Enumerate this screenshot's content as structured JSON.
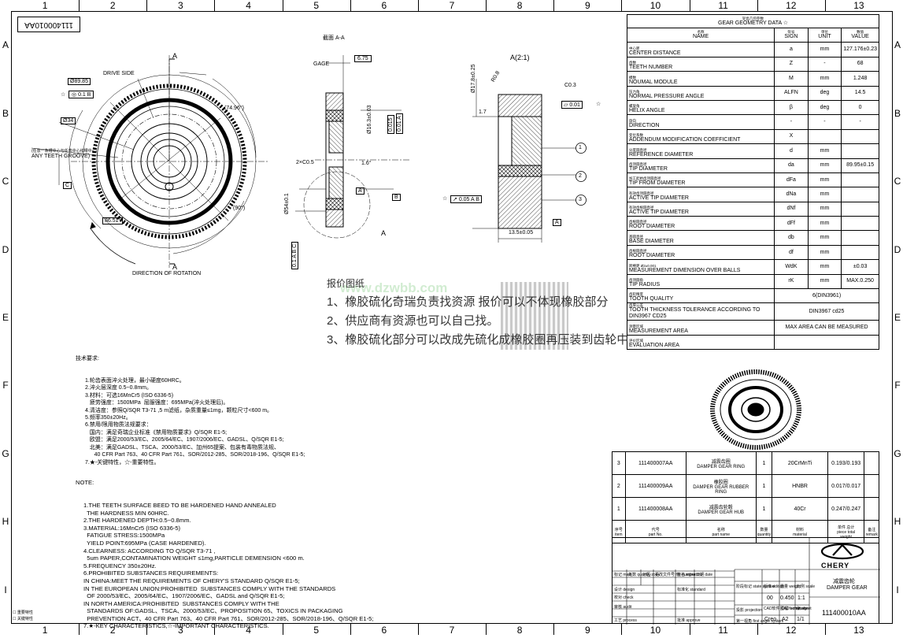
{
  "grid": {
    "columns": [
      "1",
      "2",
      "3",
      "4",
      "5",
      "6",
      "7",
      "8",
      "9",
      "10",
      "11",
      "12",
      "13"
    ],
    "rows": [
      "A",
      "B",
      "C",
      "D",
      "E",
      "F",
      "G",
      "H",
      "I"
    ]
  },
  "doc_id_rotated": "111400010AA",
  "left_view": {
    "dim_dia1": "Ø89.85",
    "dim_dia2": "Ø34",
    "fcf_runout": "0.1 B",
    "drive_side": "DRIVE SIDE",
    "angle1": "(74.96°)",
    "angle2": "(90°)",
    "angle3": "86.51°",
    "groove_cn": "(任意一条槽中心与任意中心线槽中心)",
    "groove_en": "ANY TEETH GROOVE)",
    "datum_c": "C",
    "direction": "DIRECTION OF ROTATION",
    "section_mark": "A",
    "section_mark2": "A"
  },
  "section_view": {
    "title": "截面 A-A",
    "gage": "GAGE",
    "gage_val": "6.75",
    "dia163": "Ø16.3±0.03",
    "dia54": "Ø54±0.1",
    "fcf1": "0.015",
    "fcf2": "0.01 A",
    "chamfer": "2×C0.5",
    "angle16": "1.6°",
    "datum_a": "A",
    "datum_b": "B",
    "fcf3": "0.1 A B C",
    "mark_a": "A"
  },
  "detail_view": {
    "title": "A(2:1)",
    "dia178": "Ø17.8±0.25",
    "r": "R0.8",
    "c03": "C0.3",
    "flat": "0.01",
    "dim17": "1.7",
    "runout": "0.05 A B",
    "width": "13.5±0.05",
    "datum_a": "A",
    "balloons": [
      "1",
      "2",
      "3"
    ]
  },
  "geometry_table": {
    "title_cn": "轮齿几何参数",
    "title_en": "GEAR GEOMETRY DATA ☆",
    "headers": {
      "name_cn": "名称",
      "name": "NAME",
      "sign_cn": "符号",
      "sign": "SIGN",
      "unit_cn": "单位",
      "unit": "UNIT",
      "value_cn": "数值",
      "value": "VALUE"
    },
    "rows": [
      {
        "cn": "中心距",
        "name": "CENTER DISTANCE",
        "sign": "a",
        "unit": "mm",
        "value": "127.176±0.23"
      },
      {
        "cn": "齿数",
        "name": "TEETH NUMBER",
        "sign": "Z",
        "unit": "-",
        "value": "68"
      },
      {
        "cn": "模数",
        "name": "NOUMAL MODULE",
        "sign": "M",
        "unit": "mm",
        "value": "1.248"
      },
      {
        "cn": "压力角",
        "name": "NORMAL PRESSURE ANGLE",
        "sign": "ALFN",
        "unit": "deg",
        "value": "14.5"
      },
      {
        "cn": "螺旋角",
        "name": "HELIX ANGLE",
        "sign": "β",
        "unit": "deg",
        "value": "0"
      },
      {
        "cn": "旋向",
        "name": "DIRECTION",
        "sign": "-",
        "unit": "-",
        "value": "-"
      },
      {
        "cn": "变位系数",
        "name": "ADDENDUM MODIFICATION COEFFICIENT",
        "sign": "X",
        "unit": "",
        "value": ""
      },
      {
        "cn": "分度圆直径",
        "name": "REFERENCE DIAMETER",
        "sign": "d",
        "unit": "mm",
        "value": ""
      },
      {
        "cn": "齿顶圆直径",
        "name": "TIP DIAMETER",
        "sign": "da",
        "unit": "mm",
        "value": "89.95±0.15"
      },
      {
        "cn": "加工起始齿顶圆直径",
        "name": "TIP FROM DIAMETER",
        "sign": "dFa",
        "unit": "mm",
        "value": ""
      },
      {
        "cn": "有效齿顶圆直径",
        "name": "ACTIVE TIP DIAMETER",
        "sign": "dNa",
        "unit": "mm",
        "value": ""
      },
      {
        "cn": "有效齿根圆直径",
        "name": "ACTIVE TIP DIAMETER",
        "sign": "dNf",
        "unit": "mm",
        "value": ""
      },
      {
        "cn": "齿根圆直径",
        "name": "ROOT DIAMETER",
        "sign": "dFf",
        "unit": "mm",
        "value": ""
      },
      {
        "cn": "基圆直径",
        "name": "BASE DIAMETER",
        "sign": "db",
        "unit": "mm",
        "value": ""
      },
      {
        "cn": "齿根圆直径",
        "name": "ROOT DIAMETER",
        "sign": "df",
        "unit": "mm",
        "value": ""
      },
      {
        "cn": "跨棒距 Ø2±0.001",
        "name": "MEASUREMENT DIMENSION OVER BALLS",
        "sign": "WdK",
        "unit": "mm",
        "value": "±0.03"
      },
      {
        "cn": "齿顶圆角",
        "name": "TIP RADIUS",
        "sign": "rK",
        "unit": "mm",
        "value": "MAX.0.250"
      }
    ],
    "wide_rows": [
      {
        "cn": "齿轮精度",
        "name": "TOOTH QUALITY",
        "value": "6(DIN3961)"
      },
      {
        "cn": "齿厚公差",
        "name": "TOOTH THICKNESS TOLERANCE ACCORDING TO DIN3967 CD25",
        "value": "DIN3967 cd25"
      },
      {
        "cn": "测量区域",
        "name": "MEASUREMENT AREA",
        "value": "MAX AREA CAN BE MEASURED"
      },
      {
        "cn": "评价区域",
        "name": "EVALUATION AREA",
        "value": ""
      }
    ]
  },
  "quote_notes": {
    "title": "报价图纸",
    "lines": [
      "1、橡胶硫化奇瑞负责找资源  报价可以不体现橡胶部分",
      "2、供应商有资源也可以自己找。",
      "3、橡胶硫化部分可以改成先硫化成橡胶圈再压装到齿轮中"
    ],
    "watermark": "www.dzwbb.com"
  },
  "cn_requirements": {
    "title": "技术要求:",
    "lines": [
      "1.轮齿表面淬火处理，最小硬度60HRC。",
      "2.淬火层深度 0.5~0.8mm。",
      "3.材料：可选16MnCr5 (ISO 6336-5)",
      "   疲劳强度：1500MPa  屈服强度：695MPa(淬火处理后)。",
      "4.清洁度：参照Q/SQR T3-71 ,5 m滤纸，杂质重量≤1mg，颗粒尺寸<600 m。",
      "5.频率350±20Hz。",
      "6.禁用/限用物质法规要求：",
      "   国内：满足奇瑞企业标准《禁用物质要求》Q/SQR E1-5;",
      "   欧盟：满足2000/53/EC、2005/64/EC、1907/2006/EC、GADSL、Q/SQR E1-5;",
      "   北美：满足GADSL、TSCA、2000/53/EC、加州65提案、包装有毒物质法规、",
      "      40 CFR Part 763、40 CFR Part 761、SOR/2012-285、SOR/2018-196、Q/SQR E1-5;",
      "7.★-关键特性，☆-重要特性。"
    ]
  },
  "en_notes": {
    "title": "NOTE:",
    "lines": [
      "1.THE TEETH SURFACE BEED TO BE HARDENED HAND ANNEALED",
      "  THE HARDNESS MIN 60HRC.",
      "2.THE HARDENED DEPTH:0.5~0.8mm.",
      "3.MATERIAL:16MnCr5 (ISO 6336-5)",
      "  FATIGUE STRESS:1500MPa",
      "  YIELD POINT:695MPa (CASE HARDENED).",
      "4.CLEARNESS: ACCORDING TO Q/SQR T3-71 ,",
      "  5um PAPER,CONTAMINATION WEIGHT ≤1mg,PARTICLE DEMENSION <600 m.",
      "5.FREQUENCY 350±20Hz.",
      "6.PROHIBITED SUBSTANCES REQUIREMENTS:",
      "IN CHINA:MEET THE REQUIREMENTS OF CHERY'S STANDARD Q/SQR E1-5;",
      "IN THE EUROPEAN UNION:PROHIBITED  SUBSTANCES COMPLY WITH THE STANDARDS",
      "  OF 2000/53/EC、2005/64/EC、1907/2006/EC、GADSL and Q/SQR E1-5;",
      "IN NORTH AMERICA:PROHIBITED  SUBSTANCES COMPLY WITH THE",
      "  STANDARDS OF:GADSL、TSCA、2000/53/EC、PROPOSITION 65、TOXICS IN PACKAGING",
      "  PREVENTION ACT、40 CFR Part 763、40 CFR Part 761、SOR/2012-285、SOR/2018-196、Q/SQR E1-5;",
      "7.★-KEY CHARACTERISTICS,☆-IMPORTANT CHARACTERISTICS."
    ]
  },
  "legend_boxes": [
    "重要特性",
    "关键特性"
  ],
  "bom": {
    "rows": [
      {
        "no": "3",
        "part_no": "111400007AA",
        "name_cn": "减震齿圈",
        "name": "DAMPER GEAR  RING",
        "qty": "1",
        "material": "20CrMnTi",
        "weight": "0.193/0.193"
      },
      {
        "no": "2",
        "part_no": "111400009AA",
        "name_cn": "橡胶圈",
        "name": "DAMPER GEAR RUBBER  RING",
        "qty": "1",
        "material": "HNBR",
        "weight": "0.017/0.017"
      },
      {
        "no": "1",
        "part_no": "111400008AA",
        "name_cn": "减震齿轮毂",
        "name": "DAMPER GEAR HUB",
        "qty": "1",
        "material": "40Cr",
        "weight": "0.247/0.247"
      }
    ],
    "header": {
      "no_cn": "序号",
      "no": "item",
      "part_cn": "代号",
      "part": "part No.",
      "name_cn": "名称",
      "name": "part name",
      "qty_cn": "数量",
      "qty": "quantity",
      "mat_cn": "材料",
      "mat": "material",
      "wt_cn": "单件  总计",
      "wt": "piece  total",
      "wt2": "weight",
      "rem_cn": "备注",
      "rem": "remark"
    }
  },
  "title_block": {
    "brand": "CHERY",
    "part_name_cn": "减震齿轮",
    "part_name": "DAMPER GEAR",
    "drawing_no": "111400010AA",
    "edition": "00",
    "weight": "0.450",
    "scale": "1:1",
    "cad": "Creo",
    "format": "A2",
    "sheet": "1/1",
    "labels": {
      "mark": "标记",
      "mark_en": "mark",
      "qty": "处数",
      "qty_en": "quantity",
      "zone": "分区",
      "zone_en": "zone",
      "change": "更改文件号",
      "change_en": "file number",
      "sign": "签名",
      "sign_en": "signature",
      "date": "日期",
      "date_en": "date",
      "design": "设计",
      "design_en": "design",
      "check": "校对",
      "check_en": "check",
      "audit": "审核",
      "audit_en": "audit",
      "process": "工艺",
      "process_en": "process",
      "std": "标准化",
      "std_en": "standard",
      "approve": "批准",
      "approve_en": "approve",
      "state": "阶段标记",
      "state_en": "state symbol",
      "edit": "版本",
      "edit_en": "edition",
      "wt": "重量",
      "wt_en": "weight",
      "sc": "比例",
      "sc_en": "scale",
      "proj": "投影",
      "proj_en": "projection",
      "cadl": "CAD软件",
      "cadl_en": "CAD software",
      "fmt": "图幅",
      "fmt_en": "format sign",
      "sh": "张",
      "sh_en": "sheet",
      "first": "第一视角",
      "first_en": "first angle system"
    }
  }
}
